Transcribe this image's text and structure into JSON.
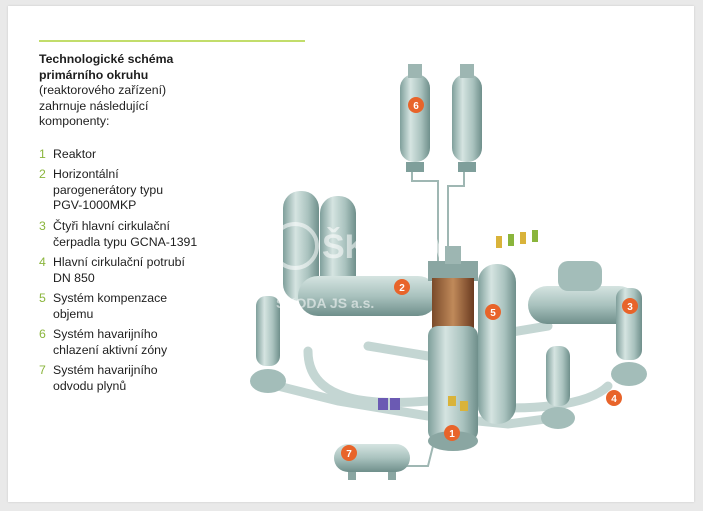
{
  "header": {
    "title_line1": "Technologické schéma",
    "title_line2": "primárního okruhu",
    "body_line1": "(reaktorového zařízení)",
    "body_line2": "zahrnuje následující",
    "body_line3": "komponenty:"
  },
  "components": [
    {
      "number": "1",
      "lines": [
        "Reaktor"
      ]
    },
    {
      "number": "2",
      "lines": [
        "Horizontální",
        "parogenerátory typu",
        "PGV-1000MKP"
      ]
    },
    {
      "number": "3",
      "lines": [
        "Čtyři hlavní cirkulační",
        "čerpadla typu GCNA-1391"
      ]
    },
    {
      "number": "4",
      "lines": [
        "Hlavní cirkulační potrubí",
        "DN 850"
      ]
    },
    {
      "number": "5",
      "lines": [
        "Systém kompenzace",
        "objemu"
      ]
    },
    {
      "number": "6",
      "lines": [
        "Systém havarijního",
        "chlazení aktivní zóny"
      ]
    },
    {
      "number": "7",
      "lines": [
        "Systém havarijního",
        "odvodu plynů"
      ]
    }
  ],
  "diagram": {
    "markers": [
      "1",
      "2",
      "3",
      "4",
      "5",
      "6",
      "7"
    ],
    "watermark_brand": "ŠKODA",
    "watermark_company": "ŠKODA JS a.s.",
    "colors": {
      "equipment": "#b4cbc7",
      "equipment_shade": "#7f9f9b",
      "pipe": "#c9dad7",
      "marker": "#e8642a",
      "accent_green": "#8ab53c",
      "valve_purple": "#6b5ab3",
      "valve_yellow": "#d9b33a"
    }
  }
}
